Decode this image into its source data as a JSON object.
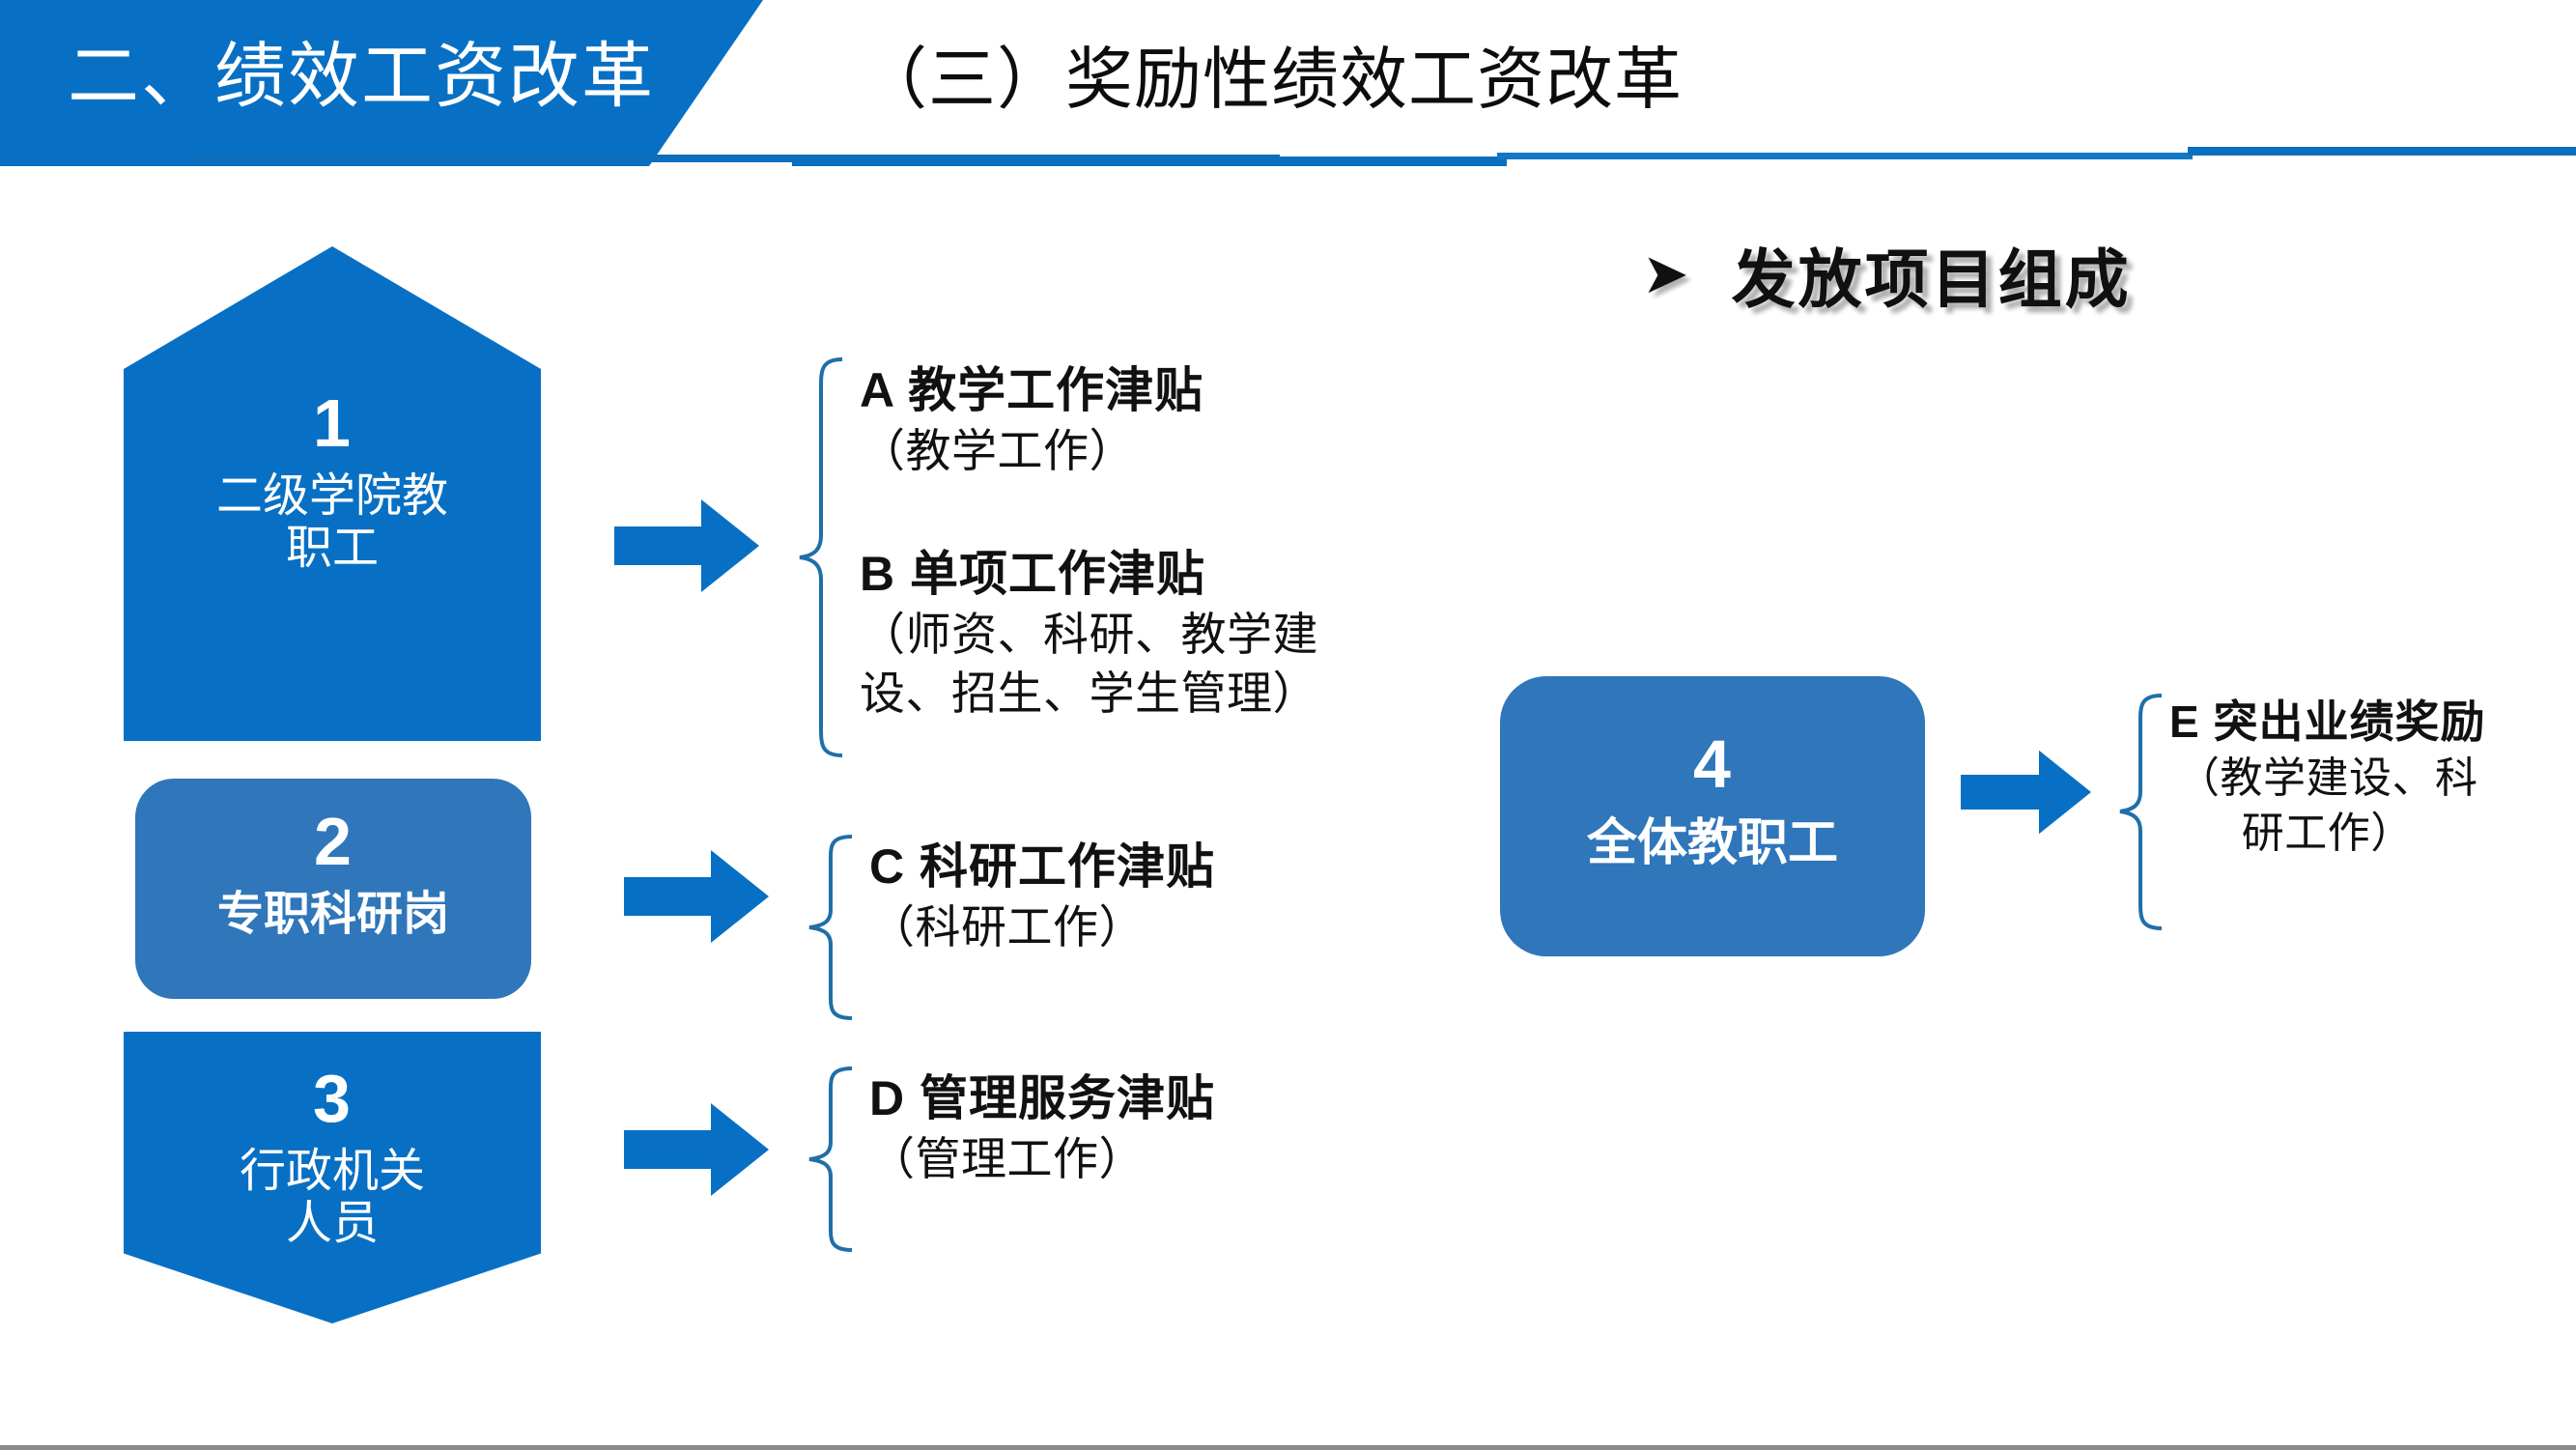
{
  "header": {
    "tab_title": "二、绩效工资改革",
    "main_title": "（三）奖励性绩效工资改革"
  },
  "section": {
    "bullet_icon": "triangle-right-bullet-icon",
    "heading": "发放项目组成"
  },
  "groups": [
    {
      "number": "1",
      "name": "二级学院教\n职工",
      "shape": "pentagon-up",
      "color": "#0770C4"
    },
    {
      "number": "2",
      "name": "专职科研岗",
      "shape": "rounded-rect",
      "color": "#2F76BA"
    },
    {
      "number": "3",
      "name": "行政机关\n人员",
      "shape": "pentagon-down",
      "color": "#0770C4"
    },
    {
      "number": "4",
      "name": "全体教职工",
      "shape": "rounded-rect",
      "color": "#2F76BA"
    }
  ],
  "items": {
    "a": {
      "title": "A  教学工作津贴",
      "sub": "（教学工作）"
    },
    "b": {
      "title": "B  单项工作津贴",
      "sub": "（师资、科研、教学建\n设、招生、学生管理）"
    },
    "c": {
      "title": "C  科研工作津贴",
      "sub": "（科研工作）"
    },
    "d": {
      "title": "D 管理服务津贴",
      "sub": "（管理工作）"
    },
    "e": {
      "title": "E 突出业绩奖励",
      "sub": "（教学建设、科\n研工作）"
    }
  },
  "colors": {
    "primary_blue": "#0770C4",
    "muted_blue": "#2F76BA",
    "brace_blue": "#1F6FA8",
    "text_dark": "#111111",
    "white": "#FFFFFF"
  }
}
